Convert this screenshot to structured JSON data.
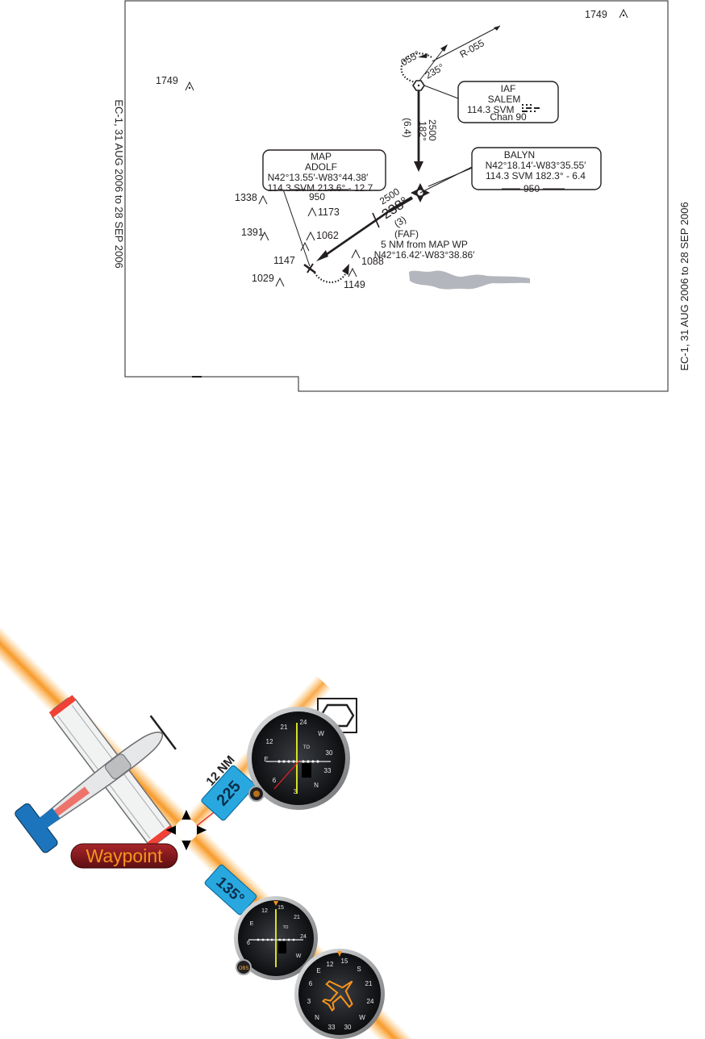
{
  "chart": {
    "edition_left": "EC-1, 31 AUG 2006 to 28 SEP 2006",
    "edition_right": "EC-1, 31 AUG 2006 to 28 SEP 2006",
    "spot_elevations": [
      "1749",
      "1749",
      "1338",
      "1173",
      "1391",
      "1062",
      "1147",
      "1088",
      "1029",
      "1149"
    ],
    "iaf": {
      "label": "IAF",
      "name": "SALEM",
      "freq": "114.3  SVM",
      "chan": "Chan 90"
    },
    "holding": {
      "outbound": "055°",
      "inbound": "235°",
      "radial": "R-055"
    },
    "segment_salem": {
      "alt": "2500",
      "course": "182°",
      "dist": "(6.4)"
    },
    "balyn": {
      "name": "BALYN",
      "coords": "N42°18.14′-W83°35.55′",
      "ref": "114.3 SVM 182.3° - 6.4",
      "alt": "950"
    },
    "map": {
      "label": "MAP",
      "name": "ADOLF",
      "coords": "N42°13.55′-W83°44.38′",
      "ref": "114.3 SVM 213.6° - 12.7",
      "alt": "950"
    },
    "final": {
      "alt": "2500",
      "course": "238°",
      "dist": "(3)"
    },
    "faf": {
      "label": "(FAF)",
      "line1": "5 NM from MAP WP",
      "line2": "N42°16.42′-W83°38.86′"
    }
  },
  "illustration": {
    "dist_label": "12 NM",
    "course_in": "225",
    "course_out": "135°",
    "waypoint_label": "Waypoint",
    "obs_label": "OBS",
    "to_label": "TO",
    "dial_numbers": [
      "12",
      "15",
      "21",
      "24",
      "W",
      "30",
      "33",
      "N",
      "3",
      "6",
      "E"
    ],
    "hsi_numbers": [
      "12",
      "15",
      "S",
      "21",
      "24",
      "W",
      "30",
      "33",
      "N",
      "3",
      "6",
      "E"
    ]
  },
  "colors": {
    "ink": "#231f20",
    "beam": "#f7941d",
    "course_box": "#29a8e0",
    "waypoint_badge": "#8b1a1a",
    "water": "#b3b6bc"
  }
}
